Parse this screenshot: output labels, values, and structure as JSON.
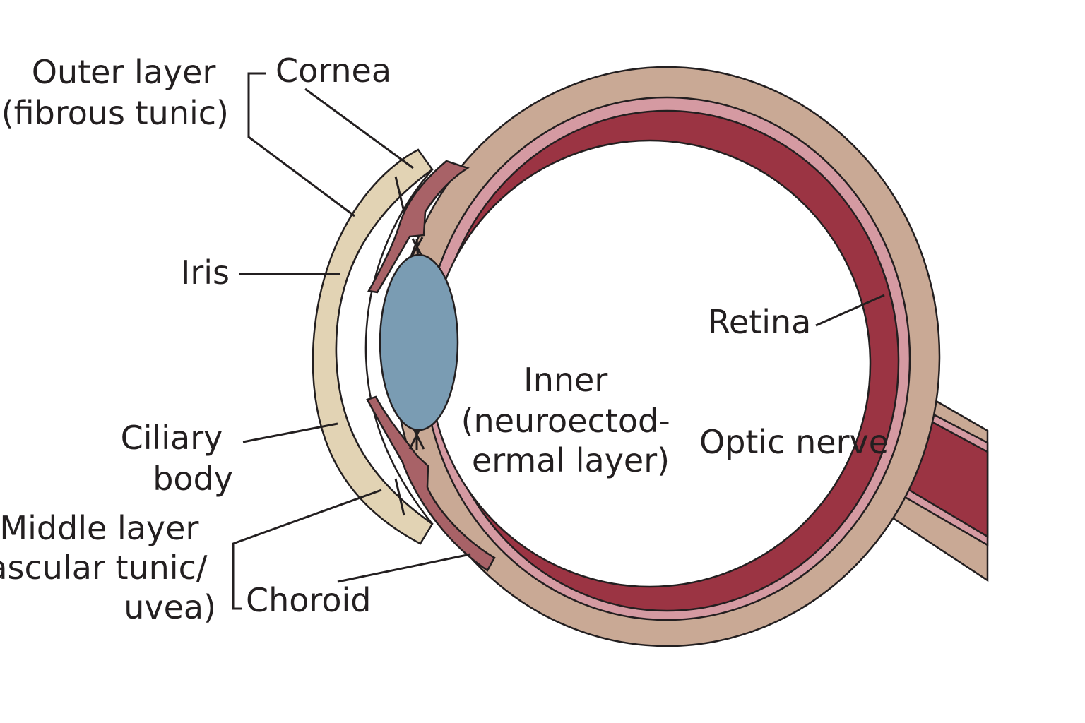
{
  "colors": {
    "sclera": "#c9a995",
    "cornea": "#e2d3b4",
    "retina_pink": "#d59aa2",
    "choroid": "#9b3443",
    "uvea": "#a86267",
    "lens": "#7a9cb3",
    "outline": "#231f20",
    "background": "#ffffff"
  },
  "labels": {
    "outer_layer": [
      "Outer layer",
      "(fibrous tunic)"
    ],
    "cornea": "Cornea",
    "iris": "Iris",
    "ciliary_body": [
      "Ciliary",
      "body"
    ],
    "middle_layer": [
      "Middle layer",
      "(vascular tunic/",
      "uvea)"
    ],
    "choroid": "Choroid",
    "inner_layer": [
      "Inner",
      "(neuroectod-",
      "ermal layer)"
    ],
    "retina": "Retina",
    "optic_nerve": "Optic nerve"
  }
}
